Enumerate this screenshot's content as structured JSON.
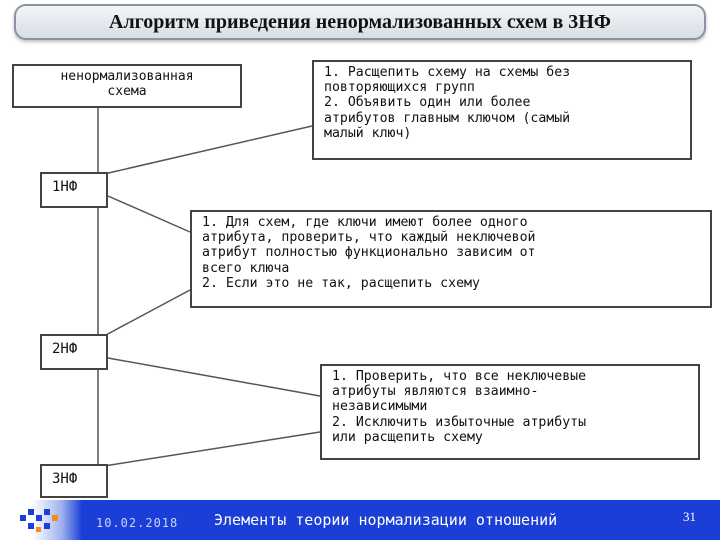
{
  "title": "Алгоритм приведения ненормализованных схем в 3НФ",
  "diagram": {
    "start_box": [
      "ненормализованная",
      "схема"
    ],
    "stages": [
      "1НФ",
      "2НФ",
      "3НФ"
    ],
    "step_boxes": [
      [
        "1. Расщепить схему на схемы без",
        "повторяющихся групп",
        "2. Объявить один или более",
        "атрибутов главным ключом (самый",
        "малый ключ)"
      ],
      [
        "1. Для схем, где ключи имеют более одного",
        "атрибута, проверить, что каждый неключевой",
        "атрибут полностью функционально зависим от",
        "всего ключа",
        "2. Если это не так, расщепить схему"
      ],
      [
        "1. Проверить, что все неключевые",
        "атрибуты являются взаимно-",
        "независимыми",
        "2. Исключить избыточные атрибуты",
        "или расщепить схему"
      ]
    ]
  },
  "footer": {
    "date": "10.02.2018",
    "title": "Элементы теории нормализации отношений",
    "page_number": "31",
    "background_color": "#1b3fd6"
  }
}
